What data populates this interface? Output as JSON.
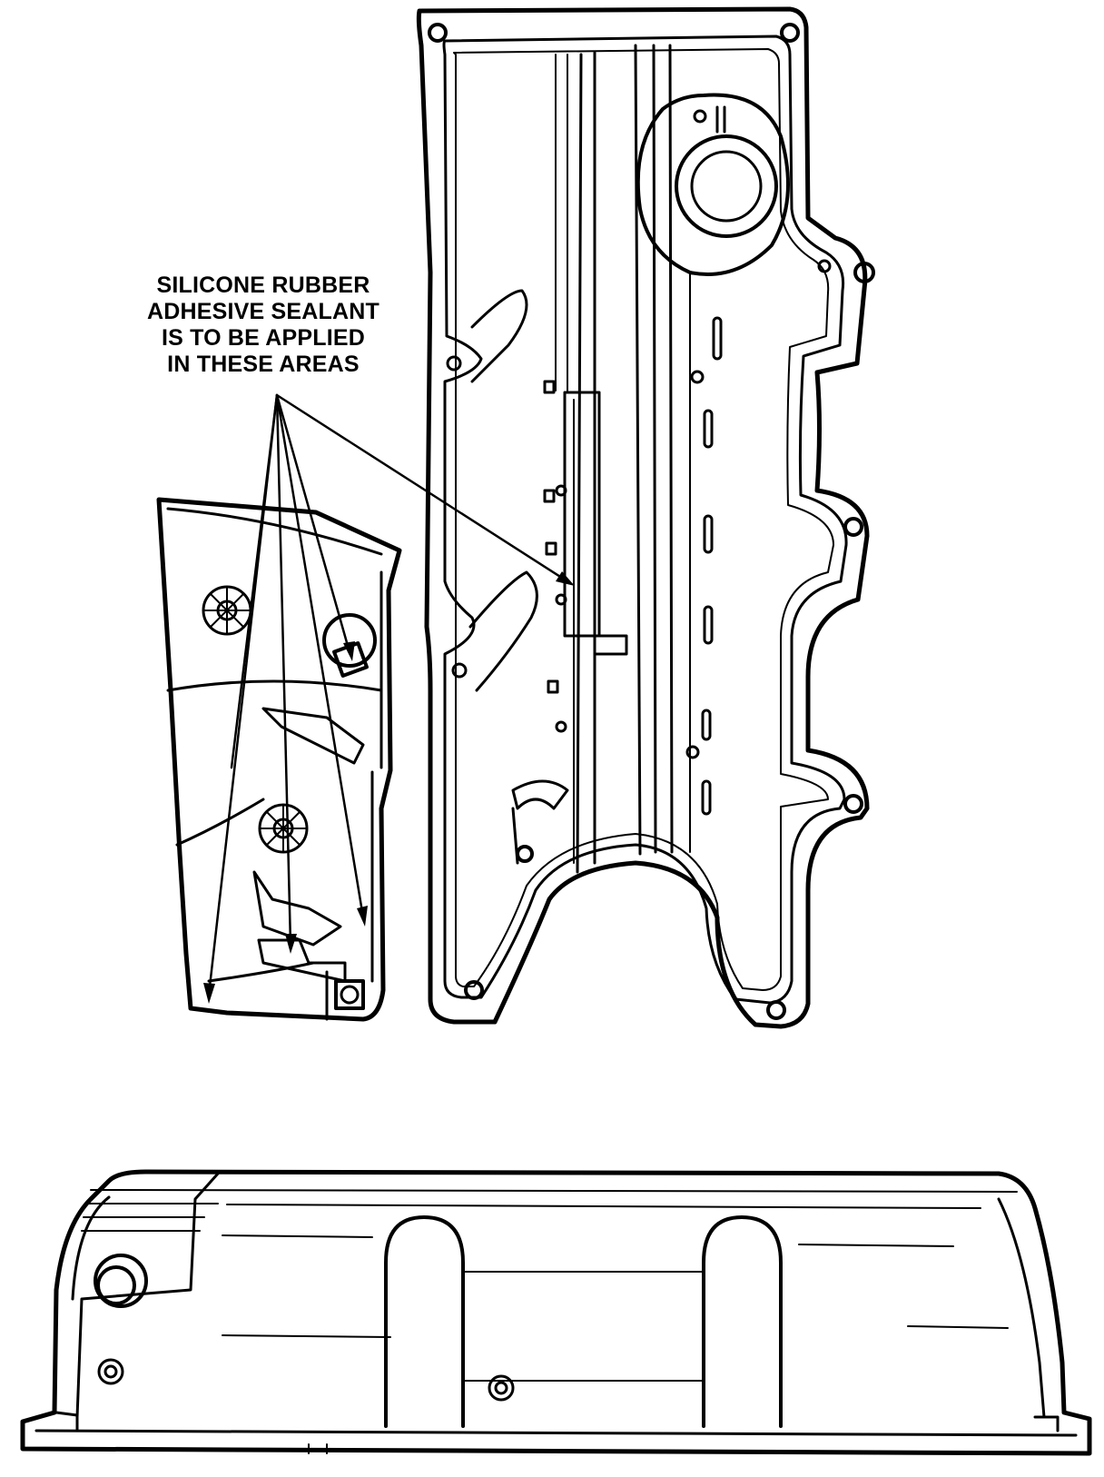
{
  "callout": {
    "lines": [
      "SILICONE RUBBER",
      "ADHESIVE SEALANT",
      "IS TO BE APPLIED",
      "IN THESE AREAS"
    ]
  },
  "colors": {
    "ink": "#000000",
    "paper": "#ffffff"
  }
}
